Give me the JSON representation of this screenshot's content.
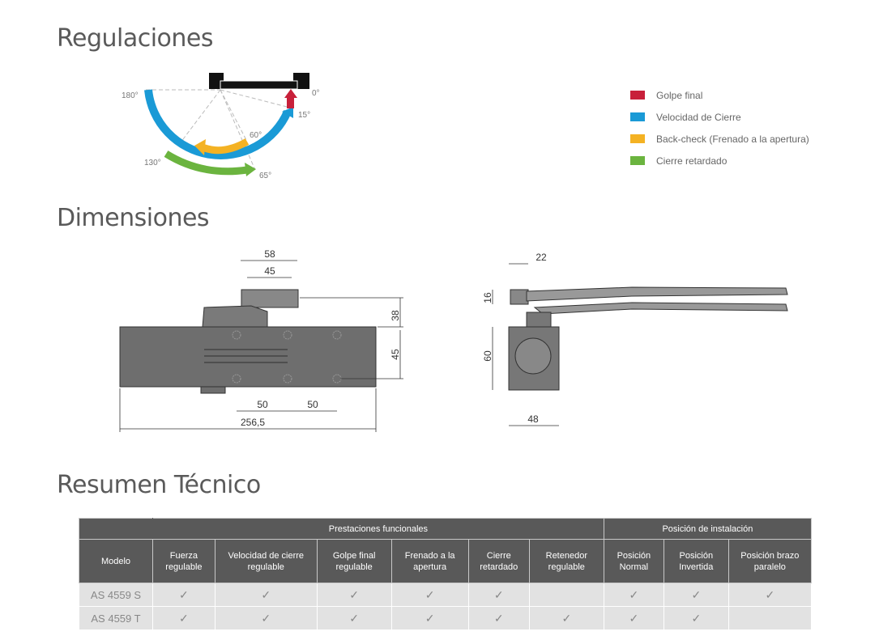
{
  "sections": {
    "regulaciones": "Regulaciones",
    "dimensiones": "Dimensiones",
    "resumen": "Resumen Técnico"
  },
  "diagram": {
    "angles": [
      "180°",
      "0°",
      "15°",
      "60°",
      "130°",
      "65°"
    ]
  },
  "legend": [
    {
      "label": "Golpe final",
      "color": "#c8203a"
    },
    {
      "label": "Velocidad de Cierre",
      "color": "#1a9ad6"
    },
    {
      "label": "Back-check (Frenado a la apertura)",
      "color": "#f4b223"
    },
    {
      "label": "Cierre retardado",
      "color": "#6bb43f"
    }
  ],
  "dimensions": {
    "front": [
      "58",
      "45",
      "38",
      "45",
      "50",
      "50",
      "256,5"
    ],
    "side": [
      "22",
      "16",
      "60",
      "48"
    ]
  },
  "table": {
    "group_headers": [
      "Prestaciones funcionales",
      "Posición de instalación"
    ],
    "columns": [
      "Modelo",
      "Fuerza regulable",
      "Velocidad de cierre regulable",
      "Golpe final regulable",
      "Frenado a la apertura",
      "Cierre retardado",
      "Retenedor regulable",
      "Posición Normal",
      "Posición Invertida",
      "Posición brazo paralelo"
    ],
    "rows": [
      [
        "AS 4559 S",
        "✓",
        "✓",
        "✓",
        "✓",
        "✓",
        "",
        "✓",
        "✓",
        "✓"
      ],
      [
        "AS 4559 T",
        "✓",
        "✓",
        "✓",
        "✓",
        "✓",
        "✓",
        "✓",
        "✓",
        ""
      ]
    ]
  }
}
